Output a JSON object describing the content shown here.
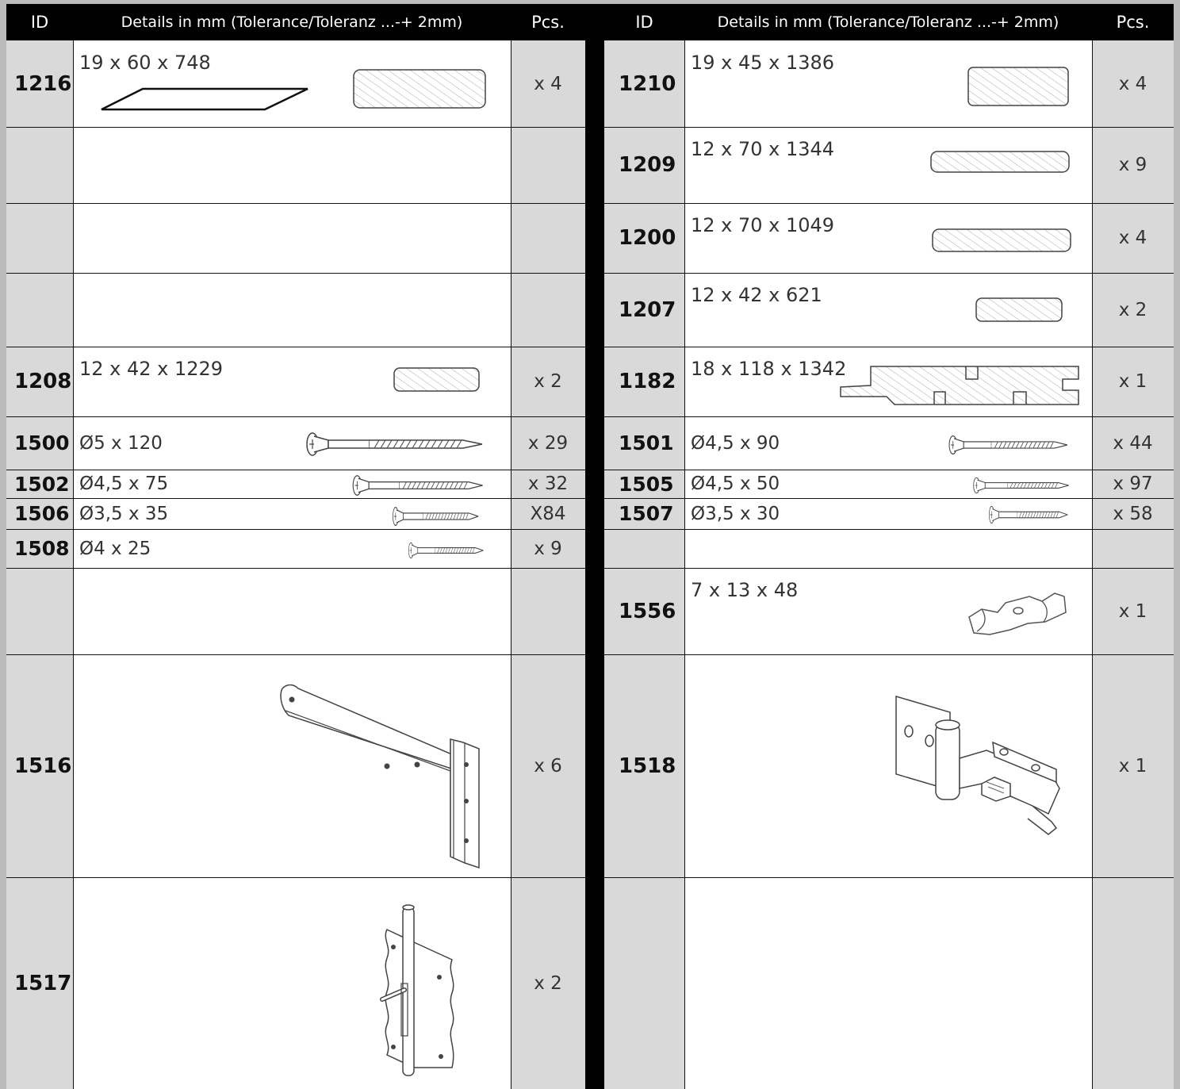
{
  "headers": {
    "left": {
      "id": "ID",
      "details": "Details in mm (Tolerance/Toleranz ...-+ 2mm)",
      "pcs": "Pcs."
    },
    "right": {
      "id": "ID",
      "details": "Details in mm (Tolerance/Toleranz ...-+ 2mm)",
      "pcs": "Pcs."
    }
  },
  "left_rows": [
    {
      "id": "1216",
      "dims": "19 x 60 x 748",
      "pcs": "x 4",
      "icon": "board-icon"
    },
    {
      "id": "",
      "dims": "",
      "pcs": ""
    },
    {
      "id": "",
      "dims": "",
      "pcs": ""
    },
    {
      "id": "",
      "dims": "",
      "pcs": ""
    },
    {
      "id": "1208",
      "dims": "12 x 42 x 1229",
      "pcs": "x 2",
      "icon": "board-icon"
    },
    {
      "id": "1500",
      "dims": "Ø5 x 120",
      "pcs": "x 29",
      "icon": "screw-icon"
    },
    {
      "id": "1502",
      "dims": "Ø4,5 x 75",
      "pcs": "x 32",
      "icon": "screw-icon"
    },
    {
      "id": "1506",
      "dims": "Ø3,5 x 35",
      "pcs": "X84",
      "icon": "screw-icon"
    },
    {
      "id": "1508",
      "dims": "Ø4 x 25",
      "pcs": "x 9",
      "icon": "screw-icon"
    },
    {
      "id": "",
      "dims": "",
      "pcs": ""
    },
    {
      "id": "1516",
      "dims": "",
      "pcs": "x 6",
      "icon": "tee-hinge-icon"
    },
    {
      "id": "1517",
      "dims": "",
      "pcs": "x 2",
      "icon": "gate-pin-hinge-icon"
    }
  ],
  "right_rows": [
    {
      "id": "1210",
      "dims": "19 x 45 x 1386",
      "pcs": "x 4",
      "icon": "board-icon"
    },
    {
      "id": "1209",
      "dims": "12 x 70 x 1344",
      "pcs": "x 9",
      "icon": "board-icon"
    },
    {
      "id": "1200",
      "dims": "12 x 70 x 1049",
      "pcs": "x 4",
      "icon": "board-icon"
    },
    {
      "id": "1207",
      "dims": "12 x 42 x 621",
      "pcs": "x 2",
      "icon": "board-icon"
    },
    {
      "id": "1182",
      "dims": "18 x 118 x 1342",
      "pcs": "x 1",
      "icon": "tongue-groove-board-icon"
    },
    {
      "id": "1501",
      "dims": "Ø4,5 x 90",
      "pcs": "x 44",
      "icon": "screw-icon"
    },
    {
      "id": "1505",
      "dims": "Ø4,5 x 50",
      "pcs": "x 97",
      "icon": "screw-icon"
    },
    {
      "id": "1507",
      "dims": "Ø3,5 x 30",
      "pcs": "x 58",
      "icon": "screw-icon"
    },
    {
      "id": "",
      "dims": "",
      "pcs": ""
    },
    {
      "id": "1556",
      "dims": "7 x 13 x 48",
      "pcs": "x 1",
      "icon": "latch-keeper-icon"
    },
    {
      "id": "1518",
      "dims": "",
      "pcs": "x 1",
      "icon": "gate-latch-icon"
    },
    {
      "id": "",
      "dims": "",
      "pcs": ""
    }
  ]
}
